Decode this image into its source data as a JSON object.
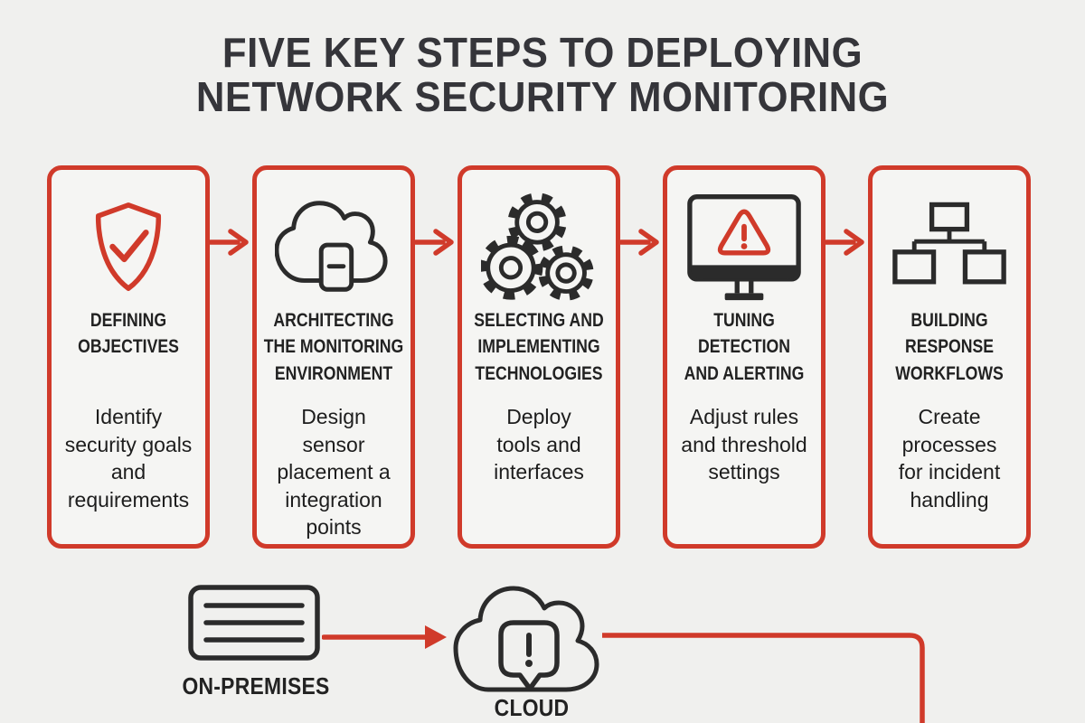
{
  "title": "FIVE KEY STEPS TO DEPLOYING\nNETWORK SECURITY MONITORING",
  "colors": {
    "accent_red": "#d03a2a",
    "icon_dark": "#2b2b2b",
    "background": "#f0f0ee",
    "card_background": "#f5f5f3",
    "title_text": "#35353a",
    "body_text": "#1d1d1d"
  },
  "steps": [
    {
      "icon": "shield-check-icon",
      "title": "DEFINING\nOBJECTIVES",
      "description": "Identify\nsecurity goals\nand\nrequirements"
    },
    {
      "icon": "cloud-server-icon",
      "title": "ARCHITECTING\nTHE MONITORING\nENVIRONMENT",
      "description": "Design\nsensor\nplacement a\nintegration\npoints"
    },
    {
      "icon": "gears-icon",
      "title": "SELECTING AND\nIMPLEMENTING\nTECHNOLOGIES",
      "description": "Deploy\ntools and\ninterfaces"
    },
    {
      "icon": "monitor-alert-icon",
      "title": "TUNING\nDETECTION\nAND ALERTING",
      "description": "Adjust rules\nand threshold\nsettings"
    },
    {
      "icon": "workflow-hierarchy-icon",
      "title": "BUILDING\nRESPONSE\nWORKFLOWS",
      "description": "Create\nprocesses\nfor incident\nhandling"
    }
  ],
  "bottom": {
    "on_premises_label": "ON-PREMISES",
    "cloud_label": "CLOUD"
  }
}
